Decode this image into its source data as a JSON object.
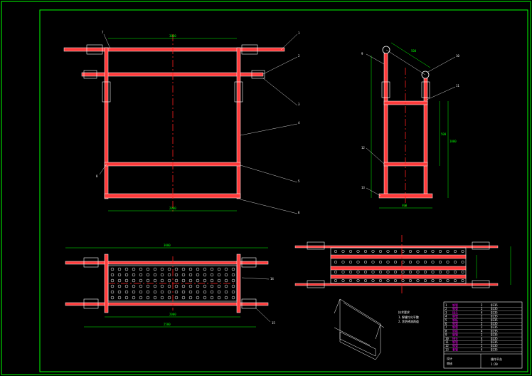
{
  "colors": {
    "background": "#000000",
    "frame": "#00ff00",
    "pipe_red": "#ff3b3b",
    "pipe_outline": "#ffffff",
    "centerline": "#ff2020",
    "dimension": "#00ff00",
    "leader": "#ffffff",
    "table_magenta": "#ff00ff"
  },
  "front_view": {
    "dim_top": "3000",
    "dim_bottom": "2000"
  },
  "side_view": {
    "dim_angle": "500",
    "dim_right_1": "500",
    "dim_right_2": "1000",
    "dim_bottom": "400"
  },
  "plan_view": {
    "dim_top": "3000",
    "dim_bottom_1": "2000",
    "dim_bottom_2": "2500"
  },
  "front_callouts": [
    "1",
    "2",
    "3",
    "4",
    "5",
    "6",
    "7",
    "8"
  ],
  "side_callouts": [
    "9",
    "10",
    "11",
    "12",
    "13"
  ],
  "plan_callouts": [
    "14",
    "15"
  ],
  "notes": {
    "title": "技术要求",
    "line1": "1.焊缝均匀平整",
    "line2": "2.涂防锈漆两道"
  },
  "title_block": {
    "rows": [
      [
        "1",
        "钢管",
        "2",
        "Q235"
      ],
      [
        "2",
        "钢管",
        "2",
        "Q235"
      ],
      [
        "3",
        "接头",
        "4",
        "Q235"
      ],
      [
        "4",
        "钢管",
        "2",
        "Q235"
      ],
      [
        "5",
        "钢板",
        "1",
        "Q235"
      ],
      [
        "6",
        "钢管",
        "2",
        "Q235"
      ],
      [
        "7",
        "钢管",
        "2",
        "Q235"
      ],
      [
        "8",
        "垫板",
        "4",
        "Q235"
      ],
      [
        "9",
        "钢管",
        "2",
        "Q235"
      ],
      [
        "10",
        "接头",
        "4",
        "Q235"
      ],
      [
        "11",
        "钢管",
        "2",
        "Q235"
      ],
      [
        "12",
        "钢管",
        "2",
        "Q235"
      ],
      [
        "13",
        "套管",
        "4",
        "Q235"
      ]
    ],
    "drawing_name": "操作平台",
    "designer": "设计",
    "checker": "审核",
    "scale": "1:20"
  }
}
